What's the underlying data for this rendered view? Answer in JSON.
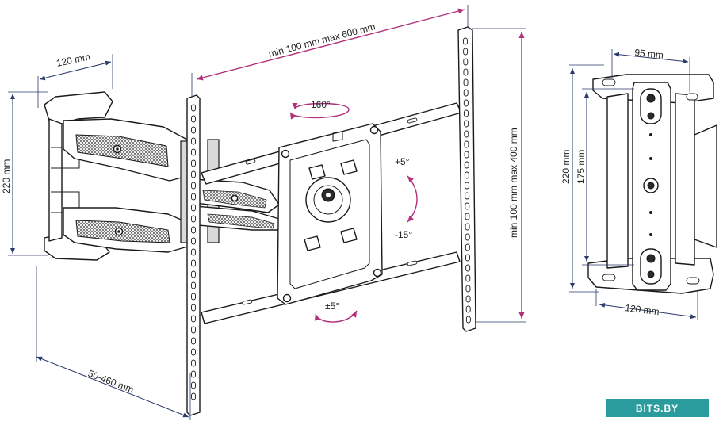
{
  "dimensions": {
    "arm_mount_width": "120 mm",
    "arm_mount_height": "220 mm",
    "extension": "50-460 mm",
    "vesa_horizontal": "min 100 mm max 600 mm",
    "vesa_vertical": "min 100 mm max 400 mm",
    "plate_top_width": "95 mm",
    "plate_outer_height": "220 mm",
    "plate_inner_height": "175 mm",
    "plate_bottom_width": "120 mm"
  },
  "rotation": {
    "swivel": "160°",
    "tilt_up": "+5°",
    "tilt_down": "-15°",
    "level": "±5°"
  },
  "brand": {
    "label": "BITS.BY",
    "color": "#2a9c9e"
  },
  "colors": {
    "dimension_accent": "#b0307a",
    "dimension_line": "#2a3a6a",
    "ink": "#1a1a1a"
  }
}
